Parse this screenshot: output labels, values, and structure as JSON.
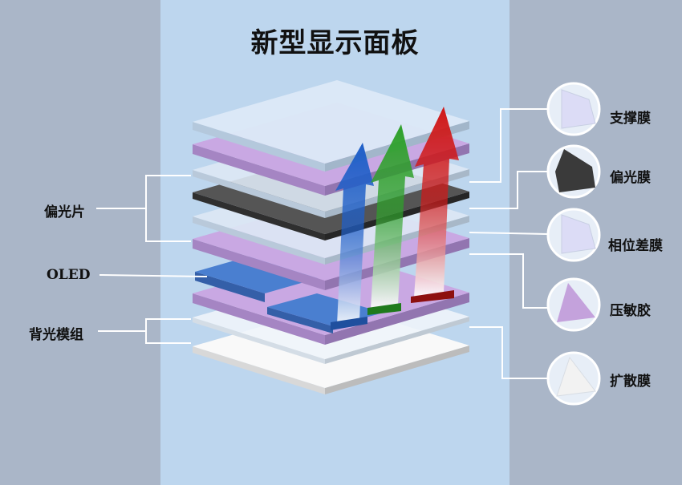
{
  "title": "新型显示面板",
  "left_labels": {
    "polarizer": "偏光片",
    "oled": "OLED",
    "backlight": "背光模组"
  },
  "right_labels": {
    "support_film": "支撑膜",
    "polarizing_film": "偏光膜",
    "retardation_film": "相位差膜",
    "psa": "压敏胶",
    "diffusion_film": "扩散膜"
  },
  "colors": {
    "side_panel": "#aab6c8",
    "center_panel": "#bdd6ee",
    "purple_layer": "#c9a8e3",
    "glass_layer": "#dbe8f6",
    "dark_layer": "#4d4d4d",
    "oled_blue": "#3f73c5",
    "arrow_blue": "#1f5fc8",
    "arrow_green": "#2ea02a",
    "arrow_red": "#d01818"
  }
}
